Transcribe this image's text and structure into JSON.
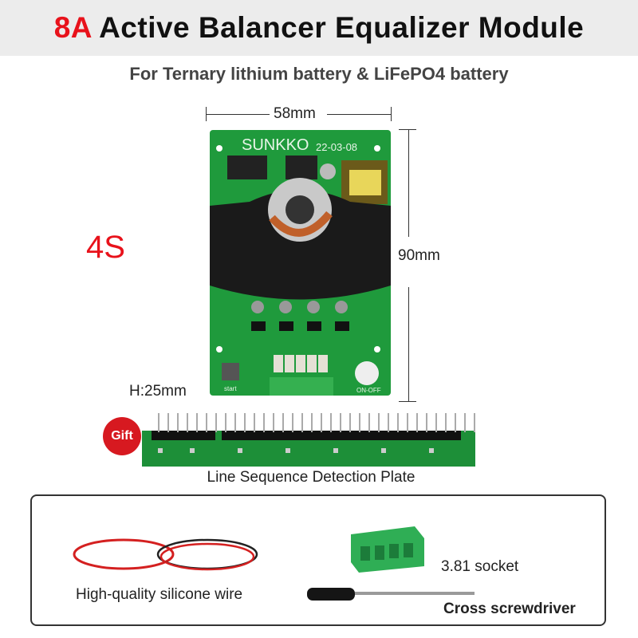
{
  "header": {
    "title_accent": "8A",
    "title_rest": " Active Balancer Equalizer Module"
  },
  "subtitle": "For Ternary lithium battery & LiFePO4  battery",
  "dimensions": {
    "width": "58mm",
    "length": "90mm",
    "height": "H:25mm"
  },
  "series_label": "4S",
  "board": {
    "brand": "SUNKKO",
    "date": "22-03-08",
    "button_label": "start",
    "switch_label": "ON-OFF"
  },
  "gift": {
    "badge": "Gift",
    "plate_label": "Line Sequence Detection Plate"
  },
  "accessories": {
    "wire": "High-quality silicone wire",
    "socket": "3.81 socket",
    "screwdriver": "Cross screwdriver"
  },
  "colors": {
    "accent": "#e8121b",
    "pcb": "#1f9a3c"
  }
}
